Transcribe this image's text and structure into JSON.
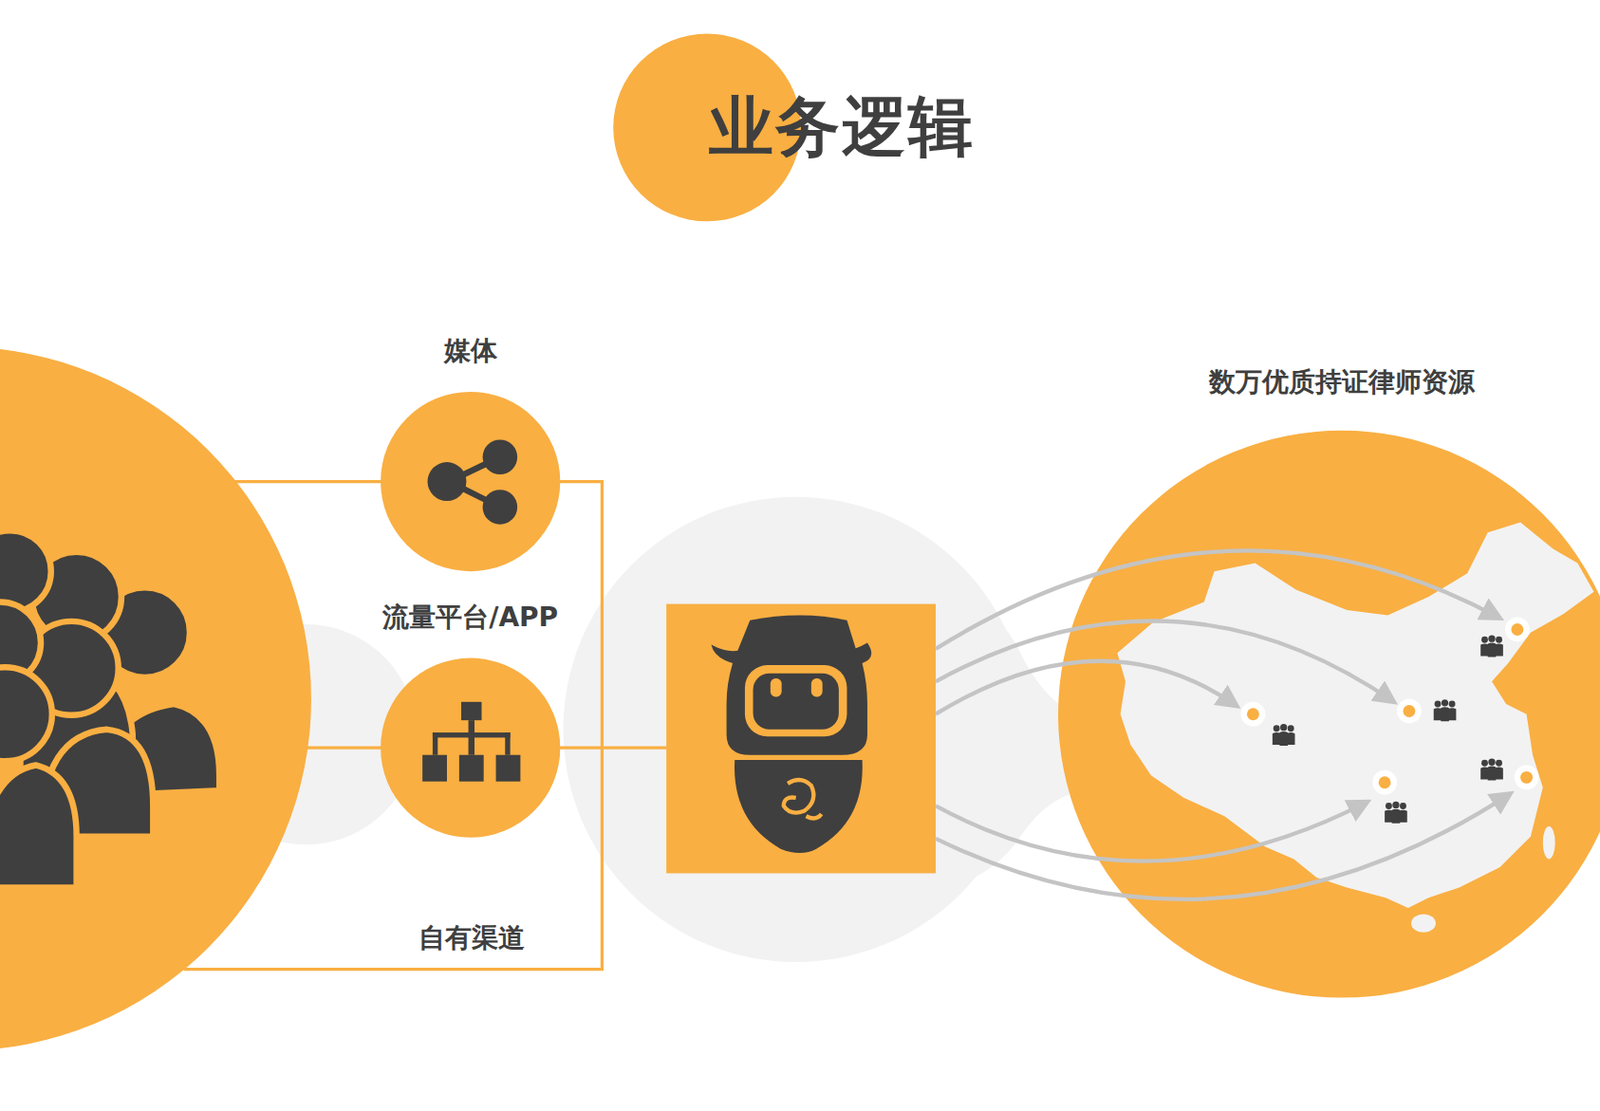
{
  "diagram": {
    "title": "业务逻辑",
    "nodes": [
      {
        "text": [
          "媒体"
        ]
      },
      {
        "text": [
          "流量平台/APP"
        ]
      },
      {
        "text": [
          "数万优质持证律师资源"
        ]
      }
    ],
    "labels": [
      "自有渠道"
    ]
  }
}
